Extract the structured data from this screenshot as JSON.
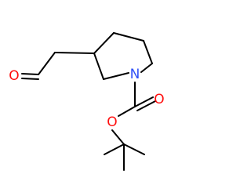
{
  "molecule": {
    "atoms": [
      {
        "id": "n1",
        "symbol": "N"
      },
      {
        "id": "o_aldehyde",
        "symbol": "O"
      },
      {
        "id": "o_carbonyl",
        "symbol": "O"
      },
      {
        "id": "o_ester",
        "symbol": "O"
      }
    ]
  },
  "colors": {
    "nitrogen": "#3050F8",
    "oxygen": "#FF0D0D",
    "bond": "#000000",
    "background": "#FFFFFF"
  }
}
